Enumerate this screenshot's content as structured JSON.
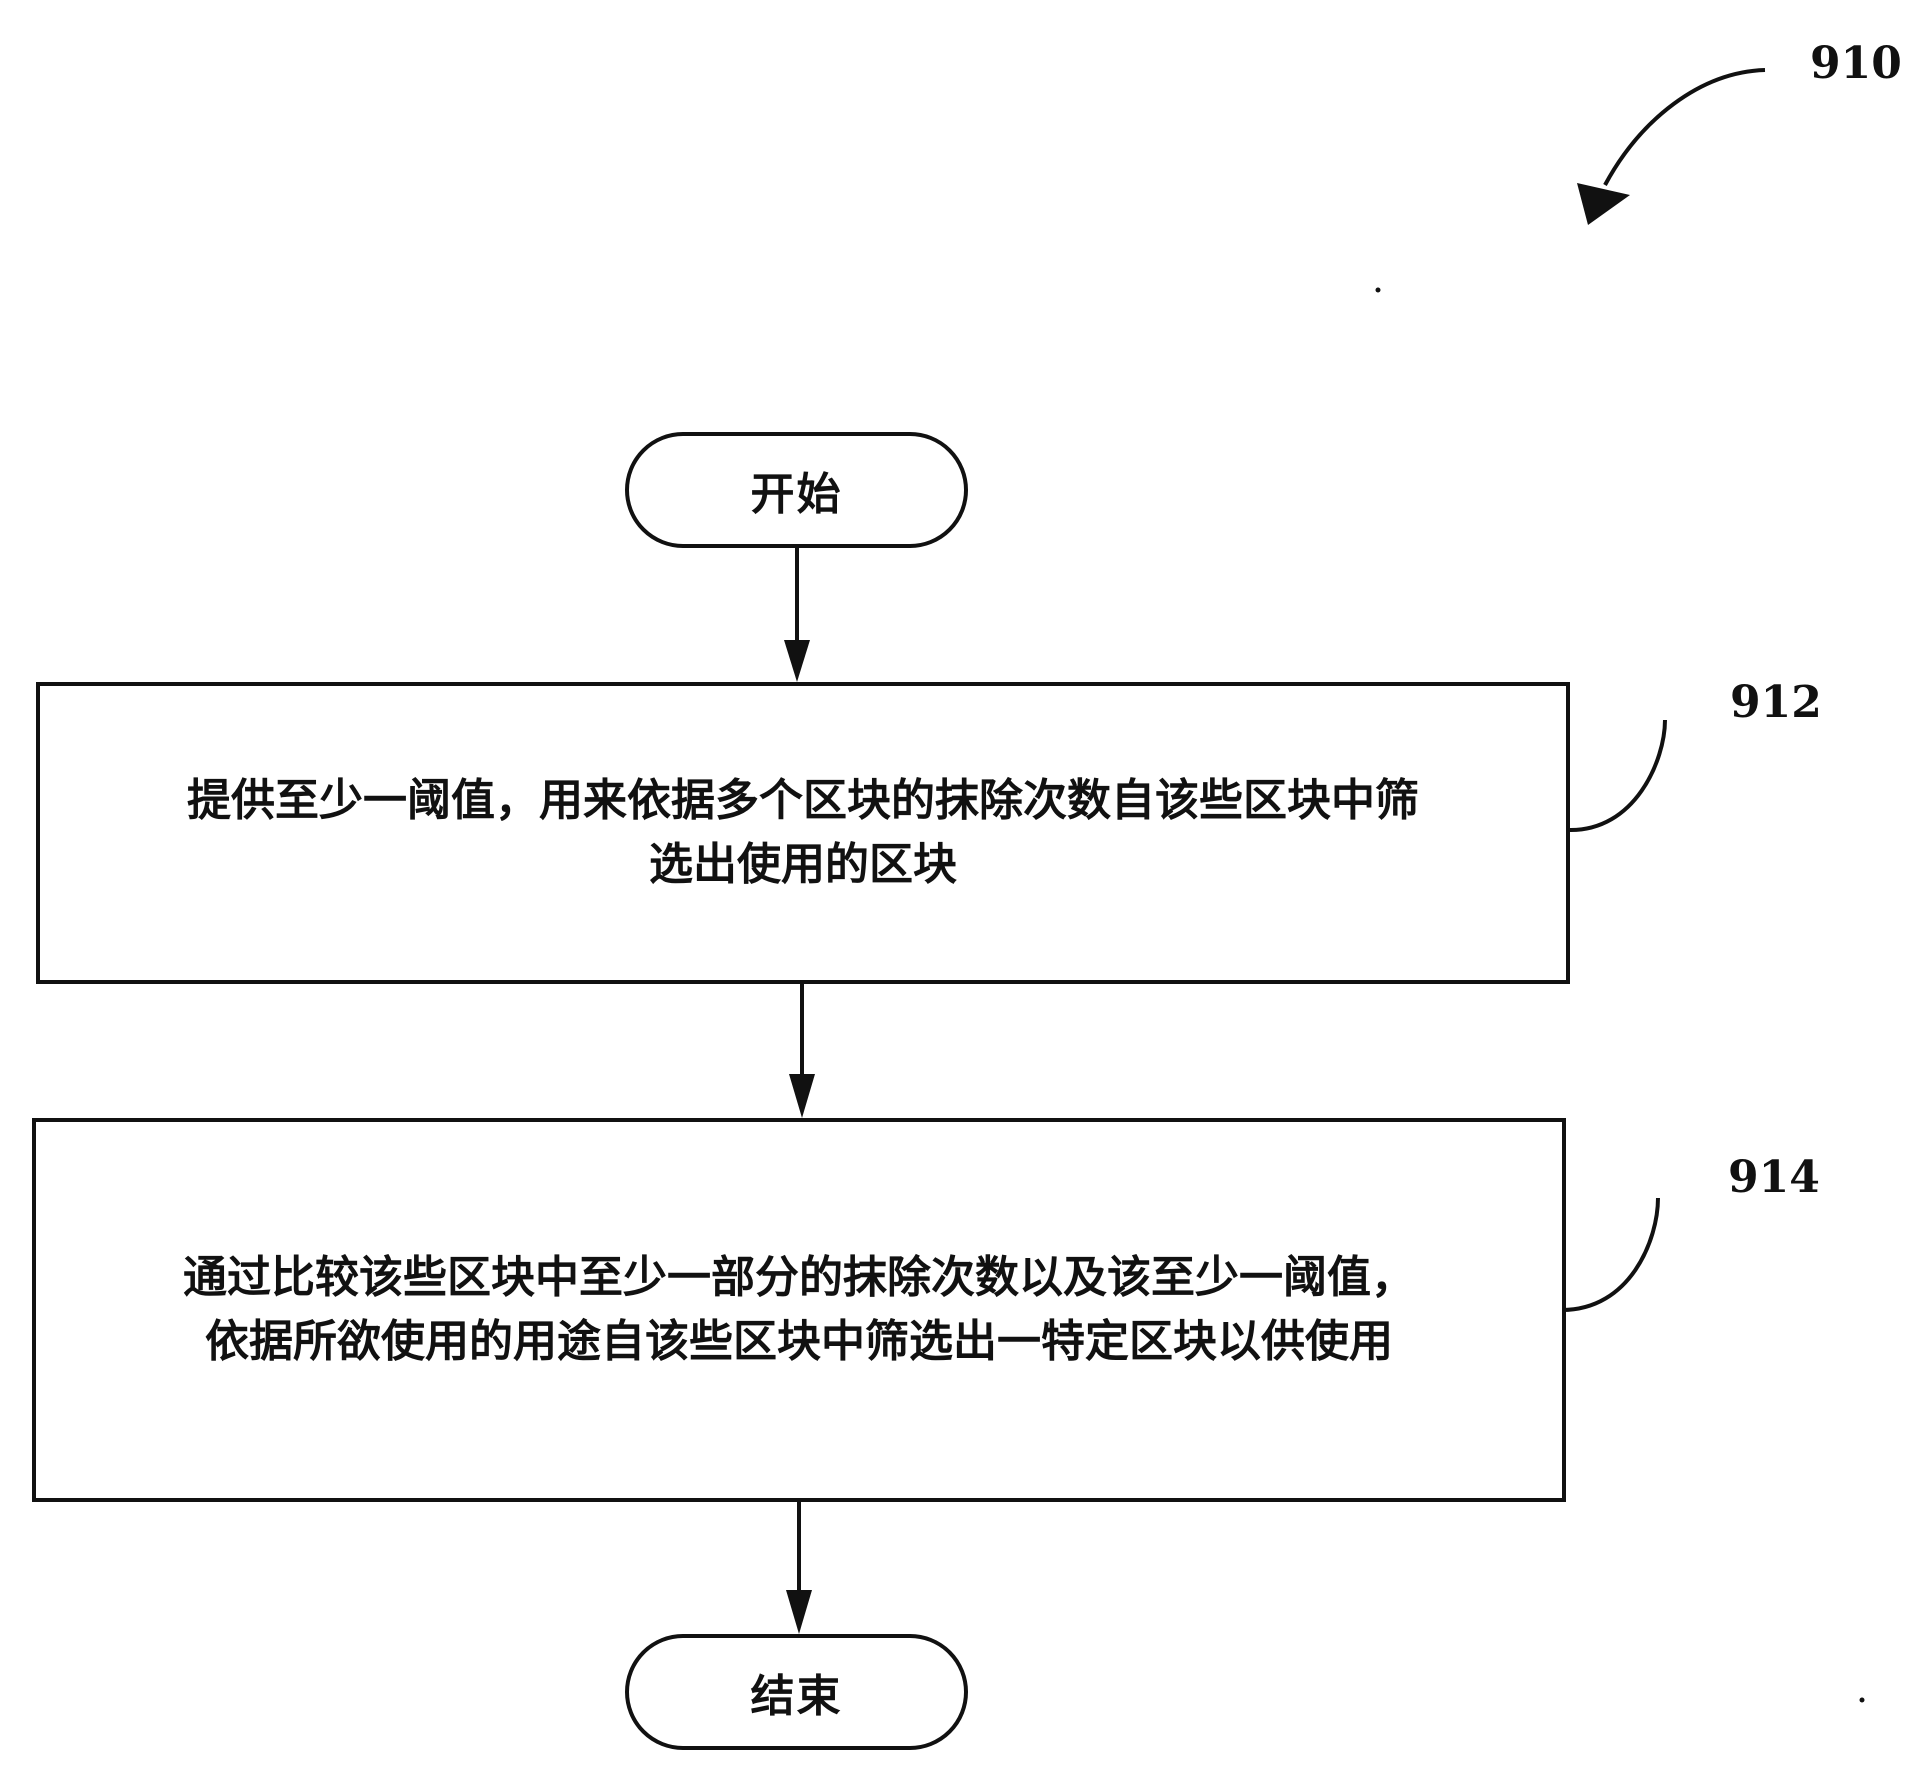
{
  "figure": {
    "ref_main": "910",
    "start": "开始",
    "end": "结束",
    "steps": [
      {
        "ref": "912",
        "lines": [
          "提供至少一阈值，用来依据多个区块的抹除次数自该些区块中筛",
          "选出使用的区块"
        ]
      },
      {
        "ref": "914",
        "lines": [
          "通过比较该些区块中至少一部分的抹除次数以及该至少一阈值，",
          "依据所欲使用的用途自该些区块中筛选出一特定区块以供使用"
        ]
      }
    ]
  }
}
